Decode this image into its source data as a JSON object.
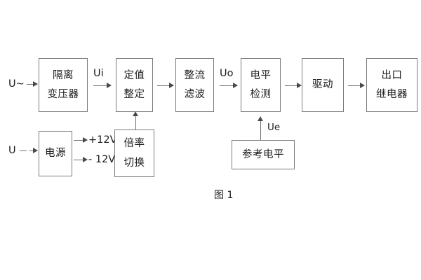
{
  "figure": {
    "caption": "图 1",
    "background_color": "#ffffff",
    "line_color": "#7a7a7a",
    "text_color": "#1b1b1b"
  },
  "signal_chain": {
    "blocks": [
      {
        "id": "isolation-transformer",
        "line1": "隔离",
        "line2": "变压器"
      },
      {
        "id": "setting-value",
        "line1": "定值",
        "line2": "整定"
      },
      {
        "id": "rectify-filter",
        "line1": "整流",
        "line2": "滤波"
      },
      {
        "id": "level-detection",
        "line1": "电平",
        "line2": "检测"
      },
      {
        "id": "drive",
        "line1": "驱动",
        "line2": ""
      },
      {
        "id": "output-relay",
        "line1": "出口",
        "line2": "继电器"
      }
    ]
  },
  "support_blocks": [
    {
      "id": "power-supply",
      "line1": "电源",
      "line2": ""
    },
    {
      "id": "ratio-switch",
      "line1": "倍率",
      "line2": "切换"
    },
    {
      "id": "reference-level",
      "line1": "参考电平",
      "line2": ""
    }
  ],
  "labels": {
    "input_ac": "U~",
    "input_dc": "U",
    "ui": "Ui",
    "uo": "Uo",
    "ue": "Ue",
    "plus12v": "+12V",
    "minus12v": "- 12V"
  }
}
